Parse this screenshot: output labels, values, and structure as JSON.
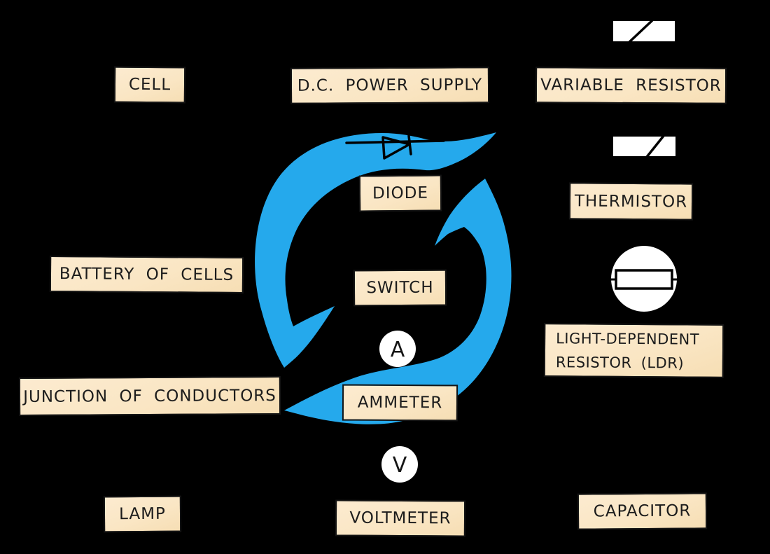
{
  "diagram_title": "electrical circuit symbols diagram",
  "palette": {
    "background": "#000000",
    "label_fill": "#FAE6C4",
    "label_border": "#141414",
    "label_text": "#1C1C1C",
    "arrow_blue": "#25A9EC",
    "symbol_fill": "#FFFFFF",
    "symbol_stroke": "#000000"
  },
  "labels": {
    "cell": "CELL",
    "dc_power_supply": "D.C. POWER SUPPLY",
    "variable_resistor": "VARIABLE RESISTOR",
    "diode": "DIODE",
    "thermistor": "THERMISTOR",
    "battery_of_cells": "BATTERY OF CELLS",
    "switch": "SWITCH",
    "ldr_line1": "LIGHT-DEPENDENT",
    "ldr_line2": "RESISTOR (LDR)",
    "junction_of_conductors": "JUNCTION OF CONDUCTORS",
    "ammeter": "AMMETER",
    "lamp": "LAMP",
    "voltmeter": "VOLTMETER",
    "capacitor": "CAPACITOR"
  },
  "meters": {
    "ammeter_letter": "A",
    "voltmeter_letter": "V"
  }
}
